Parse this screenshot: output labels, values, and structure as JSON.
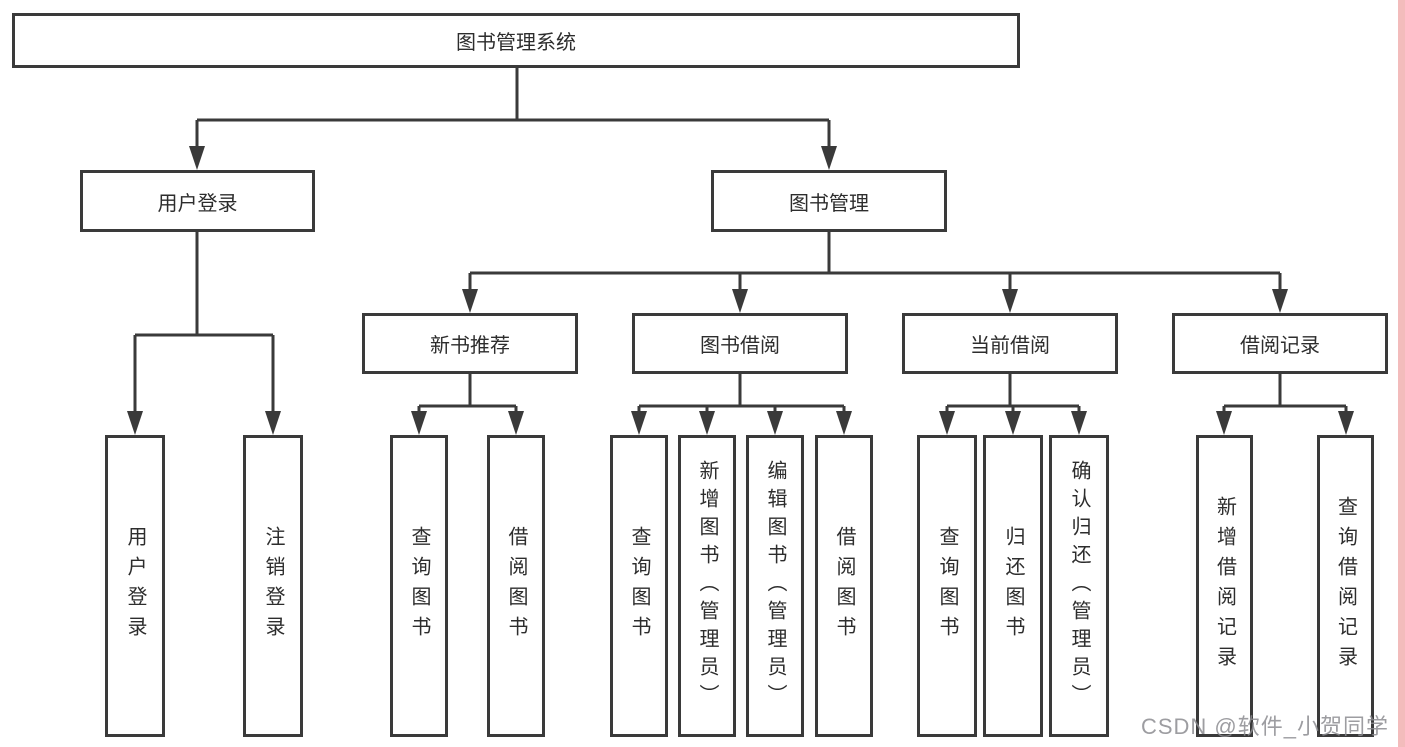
{
  "tree": {
    "label": "图书管理系统",
    "children": [
      {
        "label": "用户登录",
        "children": [
          {
            "label": "用户登录"
          },
          {
            "label": "注销登录"
          }
        ]
      },
      {
        "label": "图书管理",
        "children": [
          {
            "label": "新书推荐",
            "children": [
              {
                "label": "查询图书"
              },
              {
                "label": "借阅图书"
              }
            ]
          },
          {
            "label": "图书借阅",
            "children": [
              {
                "label": "查询图书"
              },
              {
                "label": "新增图书（管理员）"
              },
              {
                "label": "编辑图书（管理员）"
              },
              {
                "label": "借阅图书"
              }
            ]
          },
          {
            "label": "当前借阅",
            "children": [
              {
                "label": "查询图书"
              },
              {
                "label": "归还图书"
              },
              {
                "label": "确认归还（管理员）"
              }
            ]
          },
          {
            "label": "借阅记录",
            "children": [
              {
                "label": "新增借阅记录"
              },
              {
                "label": "查询借阅记录"
              }
            ]
          }
        ]
      }
    ]
  },
  "watermark": {
    "text": "CSDN @软件_小贺同学"
  },
  "colors": {
    "line": "#3a3a3a",
    "box_border": "#3a3a3a",
    "box_fill": "#ffffff",
    "background": "#ffffff",
    "watermark_text": "#8c8c91",
    "right_strip": "#f3bcbc"
  }
}
